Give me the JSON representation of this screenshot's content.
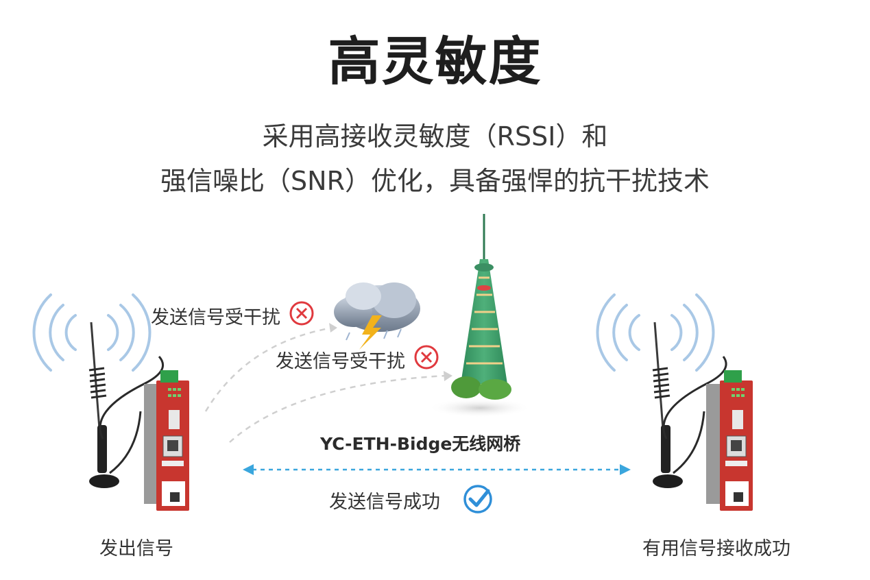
{
  "headline": "高灵敏度",
  "subtitle": {
    "line1": "采用高接收灵敏度（RSSI）和",
    "line2": "强信噪比（SNR）优化，具备强悍的抗干扰技术"
  },
  "labels": {
    "interference_1": "发送信号受干扰",
    "interference_2": "发送信号受干扰",
    "bridge_name": "YC-ETH-Bidge无线网桥",
    "success": "发送信号成功",
    "sender": "发出信号",
    "receiver": "有用信号接收成功"
  },
  "icons": {
    "fail": "x-circle-icon",
    "success": "check-circle-icon",
    "signal": "wifi-waves-icon",
    "cloud": "storm-cloud-icon",
    "tower": "tv-tower-icon",
    "device": "bridge-device-icon",
    "antenna": "antenna-icon"
  },
  "colors": {
    "fail_red": "#e0393e",
    "success_blue": "#2f8fd8",
    "device_red": "#c8362f",
    "arrow_blue": "#3aa6dd",
    "signal_blue": "#a9c8e6"
  }
}
